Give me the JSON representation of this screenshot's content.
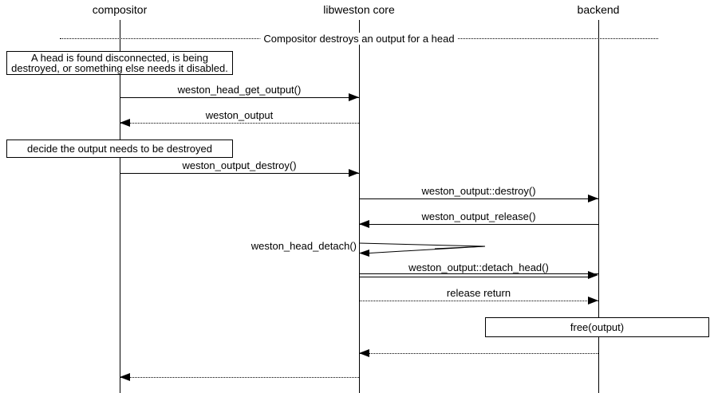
{
  "diagram": {
    "title": "Compositor destroys an output for a head",
    "colors": {
      "line": "#000000",
      "background": "#ffffff",
      "text": "#000000"
    },
    "actors": [
      {
        "id": "compositor",
        "label": "compositor"
      },
      {
        "id": "libweston-core",
        "label": "libweston core"
      },
      {
        "id": "backend",
        "label": "backend"
      }
    ],
    "notes": [
      {
        "id": "head-disconnected",
        "text": "A head is found disconnected, is being destroyed, or something else needs it disabled."
      },
      {
        "id": "decide-destroy",
        "text": "decide the output needs to be destroyed"
      },
      {
        "id": "free-output",
        "text": "free(output)"
      }
    ],
    "messages": [
      {
        "label": "weston_head_get_output()",
        "from": "compositor",
        "to": "libweston-core",
        "style": "solid"
      },
      {
        "label": "weston_output",
        "from": "libweston-core",
        "to": "compositor",
        "style": "dotted"
      },
      {
        "label": "weston_output_destroy()",
        "from": "compositor",
        "to": "libweston-core",
        "style": "solid"
      },
      {
        "label": "weston_output::destroy()",
        "from": "libweston-core",
        "to": "backend",
        "style": "solid"
      },
      {
        "label": "weston_output_release()",
        "from": "backend",
        "to": "libweston-core",
        "style": "solid"
      },
      {
        "label": "weston_head_detach()",
        "from": "libweston-core",
        "to": "libweston-core",
        "style": "self"
      },
      {
        "label": "weston_output::detach_head()",
        "from": "libweston-core",
        "to": "backend",
        "style": "double"
      },
      {
        "label": "release return",
        "from": "libweston-core",
        "to": "backend",
        "style": "dotted"
      },
      {
        "label": "",
        "from": "backend",
        "to": "libweston-core",
        "style": "dotted"
      },
      {
        "label": "",
        "from": "libweston-core",
        "to": "compositor",
        "style": "dotted"
      }
    ]
  }
}
